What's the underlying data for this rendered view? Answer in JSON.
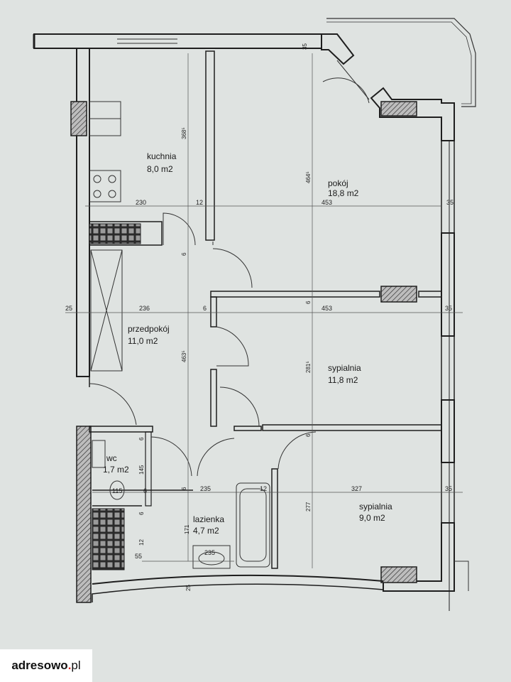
{
  "rooms": {
    "kuchnia": {
      "name": "kuchnia",
      "area": "8,0 m2"
    },
    "pokoj": {
      "name": "pokój",
      "area": "18,8 m2"
    },
    "przedpokoj": {
      "name": "przedpokój",
      "area": "11,0 m2"
    },
    "sypialnia1": {
      "name": "sypialnia",
      "area": "11,8 m2"
    },
    "sypialnia2": {
      "name": "sypialnia",
      "area": "9,0 m2"
    },
    "wc": {
      "name": "wc",
      "area": "1,7 m2"
    },
    "lazienka": {
      "name": "lazienka",
      "area": "4,7 m2"
    }
  },
  "dimensions": {
    "d35_top": "35",
    "d368": "368⁵",
    "d4645": "464⁵",
    "d230": "230",
    "d12": "12",
    "d453a": "453",
    "d35a": "35",
    "d6a": "6",
    "d25a": "25",
    "d236": "236",
    "d6b": "6",
    "d6c": "6",
    "d453b": "453",
    "d35b": "35",
    "d4635": "463⁵",
    "d2815": "281⁵",
    "d6d": "6",
    "d6e": "6",
    "d145": "145",
    "d115": "115",
    "d6f": "6",
    "d6g": "6",
    "d235a": "235",
    "d12b": "12",
    "d277": "277",
    "d327": "327",
    "d35c": "35",
    "d6h": "6",
    "d171": "171",
    "d12c": "12",
    "d55": "55",
    "d235b": "235",
    "d25b": "25"
  },
  "logo": {
    "brand": "adresowo",
    "dot": ".",
    "tld": "pl"
  }
}
